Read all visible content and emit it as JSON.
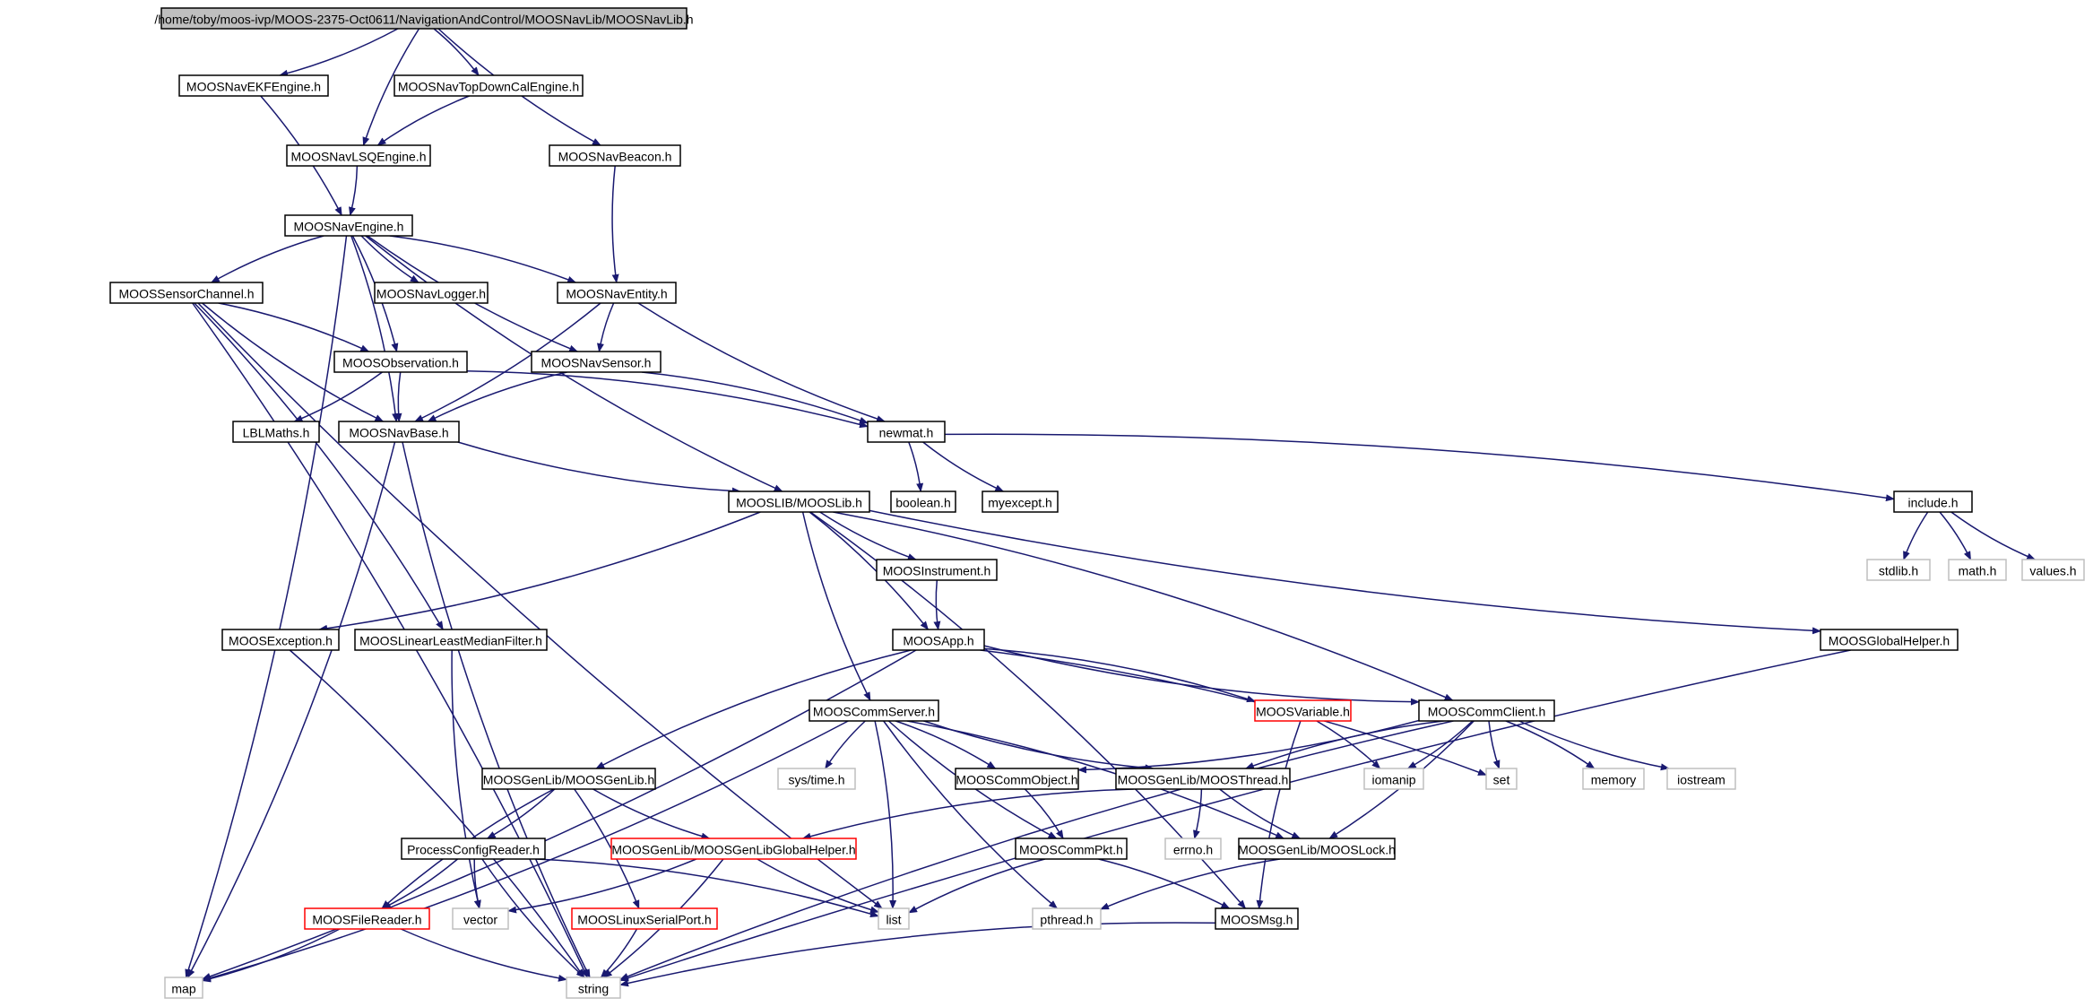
{
  "colors": {
    "edge": "#191970",
    "border_normal": "#000000",
    "border_truncated": "#ff0000",
    "border_system": "#bfbfbf",
    "root_fill": "#bfbfbf",
    "node_fill": "#ffffff",
    "text": "#000000"
  },
  "nodes": [
    {
      "id": "root",
      "label": "/home/toby/moos-ivp/MOOS-2375-Oct0611/NavigationAndControl/MOOSNavLib/MOOSNavLib.h",
      "kind": "root"
    },
    {
      "id": "ekf",
      "label": "MOOSNavEKFEngine.h",
      "kind": "normal"
    },
    {
      "id": "topdown",
      "label": "MOOSNavTopDownCalEngine.h",
      "kind": "normal"
    },
    {
      "id": "lsq",
      "label": "MOOSNavLSQEngine.h",
      "kind": "normal"
    },
    {
      "id": "beacon",
      "label": "MOOSNavBeacon.h",
      "kind": "normal"
    },
    {
      "id": "engine",
      "label": "MOOSNavEngine.h",
      "kind": "normal"
    },
    {
      "id": "sensorch",
      "label": "MOOSSensorChannel.h",
      "kind": "normal"
    },
    {
      "id": "logger",
      "label": "MOOSNavLogger.h",
      "kind": "normal"
    },
    {
      "id": "entity",
      "label": "MOOSNavEntity.h",
      "kind": "normal"
    },
    {
      "id": "observation",
      "label": "MOOSObservation.h",
      "kind": "normal"
    },
    {
      "id": "navsensor",
      "label": "MOOSNavSensor.h",
      "kind": "normal"
    },
    {
      "id": "lblmaths",
      "label": "LBLMaths.h",
      "kind": "normal"
    },
    {
      "id": "navbase",
      "label": "MOOSNavBase.h",
      "kind": "normal"
    },
    {
      "id": "newmat",
      "label": "newmat.h",
      "kind": "normal"
    },
    {
      "id": "boolean",
      "label": "boolean.h",
      "kind": "normal"
    },
    {
      "id": "myexcept",
      "label": "myexcept.h",
      "kind": "normal"
    },
    {
      "id": "include",
      "label": "include.h",
      "kind": "normal"
    },
    {
      "id": "stdlib",
      "label": "stdlib.h",
      "kind": "system"
    },
    {
      "id": "math",
      "label": "math.h",
      "kind": "system"
    },
    {
      "id": "values",
      "label": "values.h",
      "kind": "system"
    },
    {
      "id": "mooslib",
      "label": "MOOSLIB/MOOSLib.h",
      "kind": "normal"
    },
    {
      "id": "instrument",
      "label": "MOOSInstrument.h",
      "kind": "normal"
    },
    {
      "id": "exception",
      "label": "MOOSException.h",
      "kind": "normal"
    },
    {
      "id": "lmedian",
      "label": "MOOSLinearLeastMedianFilter.h",
      "kind": "normal"
    },
    {
      "id": "app",
      "label": "MOOSApp.h",
      "kind": "normal"
    },
    {
      "id": "globalhelper",
      "label": "MOOSGlobalHelper.h",
      "kind": "normal"
    },
    {
      "id": "commserver",
      "label": "MOOSCommServer.h",
      "kind": "normal"
    },
    {
      "id": "variable",
      "label": "MOOSVariable.h",
      "kind": "truncated"
    },
    {
      "id": "commclient",
      "label": "MOOSCommClient.h",
      "kind": "normal"
    },
    {
      "id": "genlib",
      "label": "MOOSGenLib/MOOSGenLib.h",
      "kind": "normal"
    },
    {
      "id": "systime",
      "label": "sys/time.h",
      "kind": "system"
    },
    {
      "id": "commobject",
      "label": "MOOSCommObject.h",
      "kind": "normal"
    },
    {
      "id": "thread",
      "label": "MOOSGenLib/MOOSThread.h",
      "kind": "normal"
    },
    {
      "id": "iomanip",
      "label": "iomanip",
      "kind": "system"
    },
    {
      "id": "set",
      "label": "set",
      "kind": "system"
    },
    {
      "id": "memory",
      "label": "memory",
      "kind": "system"
    },
    {
      "id": "iostream",
      "label": "iostream",
      "kind": "system"
    },
    {
      "id": "pcr",
      "label": "ProcessConfigReader.h",
      "kind": "normal"
    },
    {
      "id": "gghelper",
      "label": "MOOSGenLib/MOOSGenLibGlobalHelper.h",
      "kind": "truncated"
    },
    {
      "id": "errno",
      "label": "errno.h",
      "kind": "system"
    },
    {
      "id": "commpkt",
      "label": "MOOSCommPkt.h",
      "kind": "normal"
    },
    {
      "id": "lock",
      "label": "MOOSGenLib/MOOSLock.h",
      "kind": "normal"
    },
    {
      "id": "filereader",
      "label": "MOOSFileReader.h",
      "kind": "truncated"
    },
    {
      "id": "vector",
      "label": "vector",
      "kind": "system"
    },
    {
      "id": "serialport",
      "label": "MOOSLinuxSerialPort.h",
      "kind": "truncated"
    },
    {
      "id": "list",
      "label": "list",
      "kind": "system"
    },
    {
      "id": "pthread",
      "label": "pthread.h",
      "kind": "system"
    },
    {
      "id": "msg",
      "label": "MOOSMsg.h",
      "kind": "normal"
    },
    {
      "id": "map",
      "label": "map",
      "kind": "system"
    },
    {
      "id": "string",
      "label": "string",
      "kind": "system"
    }
  ],
  "edges": [
    [
      "root",
      "ekf"
    ],
    [
      "root",
      "lsq"
    ],
    [
      "root",
      "topdown"
    ],
    [
      "root",
      "beacon"
    ],
    [
      "ekf",
      "engine"
    ],
    [
      "topdown",
      "lsq"
    ],
    [
      "lsq",
      "engine"
    ],
    [
      "beacon",
      "entity"
    ],
    [
      "engine",
      "map"
    ],
    [
      "engine",
      "sensorch"
    ],
    [
      "engine",
      "navbase"
    ],
    [
      "engine",
      "logger"
    ],
    [
      "engine",
      "observation"
    ],
    [
      "engine",
      "navsensor"
    ],
    [
      "engine",
      "entity"
    ],
    [
      "engine",
      "mooslib"
    ],
    [
      "sensorch",
      "observation"
    ],
    [
      "sensorch",
      "navbase"
    ],
    [
      "sensorch",
      "string"
    ],
    [
      "sensorch",
      "list"
    ],
    [
      "sensorch",
      "lmedian"
    ],
    [
      "entity",
      "navsensor"
    ],
    [
      "entity",
      "navbase"
    ],
    [
      "entity",
      "newmat"
    ],
    [
      "observation",
      "lblmaths"
    ],
    [
      "observation",
      "navbase"
    ],
    [
      "observation",
      "newmat"
    ],
    [
      "navsensor",
      "navbase"
    ],
    [
      "navsensor",
      "newmat"
    ],
    [
      "navbase",
      "mooslib"
    ],
    [
      "navbase",
      "map"
    ],
    [
      "navbase",
      "string"
    ],
    [
      "newmat",
      "boolean"
    ],
    [
      "newmat",
      "myexcept"
    ],
    [
      "newmat",
      "include"
    ],
    [
      "include",
      "stdlib"
    ],
    [
      "include",
      "math"
    ],
    [
      "include",
      "values"
    ],
    [
      "mooslib",
      "exception"
    ],
    [
      "mooslib",
      "instrument"
    ],
    [
      "mooslib",
      "app"
    ],
    [
      "mooslib",
      "commserver"
    ],
    [
      "mooslib",
      "commclient"
    ],
    [
      "mooslib",
      "globalhelper"
    ],
    [
      "mooslib",
      "msg"
    ],
    [
      "instrument",
      "app"
    ],
    [
      "exception",
      "string"
    ],
    [
      "lmedian",
      "vector"
    ],
    [
      "app",
      "map"
    ],
    [
      "app",
      "genlib"
    ],
    [
      "app",
      "variable"
    ],
    [
      "app",
      "commclient"
    ],
    [
      "app",
      "set"
    ],
    [
      "globalhelper",
      "string"
    ],
    [
      "commserver",
      "map"
    ],
    [
      "commserver",
      "systime"
    ],
    [
      "commserver",
      "commobject"
    ],
    [
      "commserver",
      "thread"
    ],
    [
      "commserver",
      "lock"
    ],
    [
      "commserver",
      "commpkt"
    ],
    [
      "commserver",
      "list"
    ],
    [
      "commserver",
      "pthread"
    ],
    [
      "variable",
      "iomanip"
    ],
    [
      "variable",
      "msg"
    ],
    [
      "commclient",
      "commobject"
    ],
    [
      "commclient",
      "thread"
    ],
    [
      "commclient",
      "iomanip"
    ],
    [
      "commclient",
      "set"
    ],
    [
      "commclient",
      "memory"
    ],
    [
      "commclient",
      "iostream"
    ],
    [
      "commclient",
      "lock"
    ],
    [
      "commclient",
      "string"
    ],
    [
      "genlib",
      "pcr"
    ],
    [
      "genlib",
      "gghelper"
    ],
    [
      "genlib",
      "serialport"
    ],
    [
      "genlib",
      "filereader"
    ],
    [
      "commobject",
      "commpkt"
    ],
    [
      "thread",
      "gghelper"
    ],
    [
      "thread",
      "errno"
    ],
    [
      "thread",
      "lock"
    ],
    [
      "pcr",
      "filereader"
    ],
    [
      "pcr",
      "vector"
    ],
    [
      "pcr",
      "list"
    ],
    [
      "pcr",
      "string"
    ],
    [
      "gghelper",
      "vector"
    ],
    [
      "gghelper",
      "list"
    ],
    [
      "gghelper",
      "string"
    ],
    [
      "commpkt",
      "list"
    ],
    [
      "commpkt",
      "msg"
    ],
    [
      "lock",
      "pthread"
    ],
    [
      "filereader",
      "map"
    ],
    [
      "filereader",
      "string"
    ],
    [
      "serialport",
      "string"
    ],
    [
      "msg",
      "string"
    ]
  ]
}
